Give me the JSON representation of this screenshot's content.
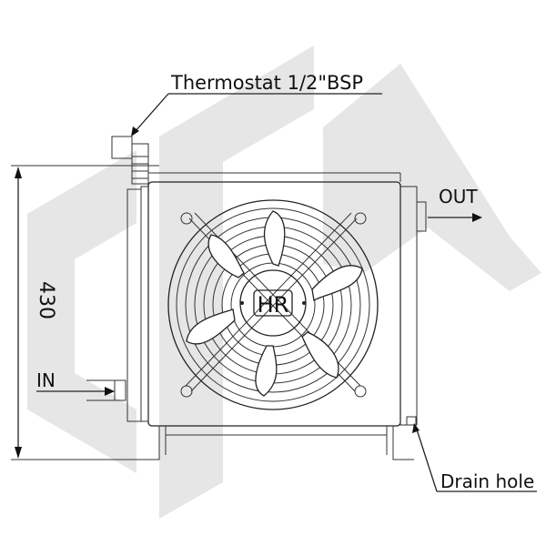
{
  "labels": {
    "thermostat": "Thermostat 1/2\"BSP",
    "out": "OUT",
    "in": "IN",
    "drain": "Drain hole",
    "height": "430",
    "badge": "HR"
  },
  "colors": {
    "ink": "#111111",
    "watermark": "#e6e6e6"
  },
  "watermark_icon": "brand-watermark-icon"
}
